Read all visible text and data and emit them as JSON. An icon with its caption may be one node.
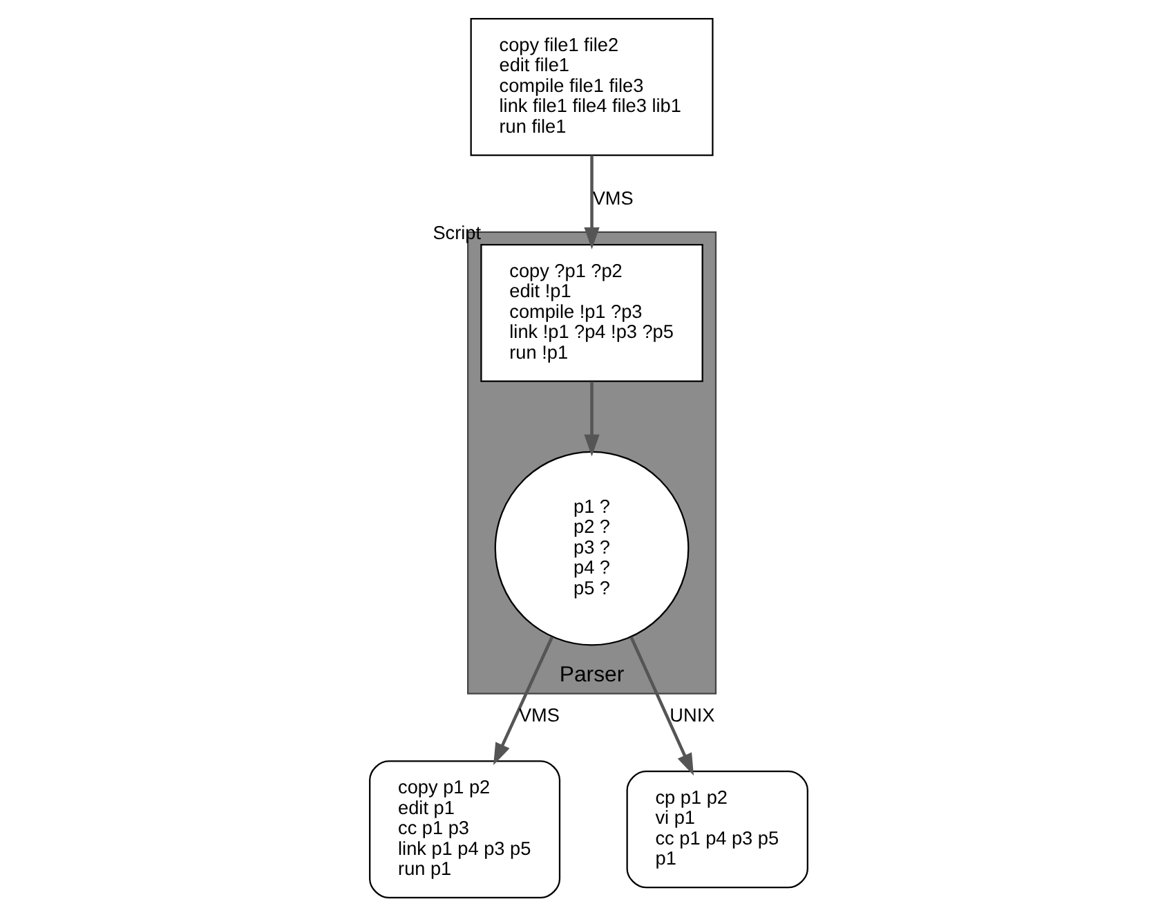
{
  "diagram": {
    "nodes": [
      {
        "text": [
          "copy file1 file2",
          "edit file1",
          "compile file1 file3",
          "link file1 file4 file3 lib1",
          "run file1"
        ]
      },
      {
        "text": [
          "Parser"
        ]
      },
      {
        "text": [
          "copy ?p1 ?p2",
          "edit !p1",
          "compile !p1 ?p3",
          "link !p1 ?p4 !p3 ?p5",
          "run !p1"
        ],
        "in": 1,
        "beside": [
          "Script"
        ]
      },
      {
        "text": [
          "copy p1 p2",
          "edit p1",
          "cc p1 p3",
          "link p1 p4 p3 p5",
          "run p1"
        ]
      },
      {
        "text": [
          "p1 ?",
          "p2 ?",
          "p3 ?",
          "p4 ?",
          "p5 ?"
        ],
        "in": 1
      },
      {
        "text": [
          "cp p1 p2",
          "vi p1",
          "cc p1 p4 p3 p5",
          "p1"
        ]
      }
    ],
    "edges": [
      {
        "from": 0,
        "to": 2,
        "arrow": "to",
        "label": "VMS"
      },
      {
        "from": 2,
        "to": 4,
        "arrow": "to"
      },
      {
        "from": 4,
        "to": 3,
        "arrow": "to",
        "label": "VMS"
      },
      {
        "from": 4,
        "to": 5,
        "arrow": "to",
        "label": "UNIX"
      }
    ]
  }
}
